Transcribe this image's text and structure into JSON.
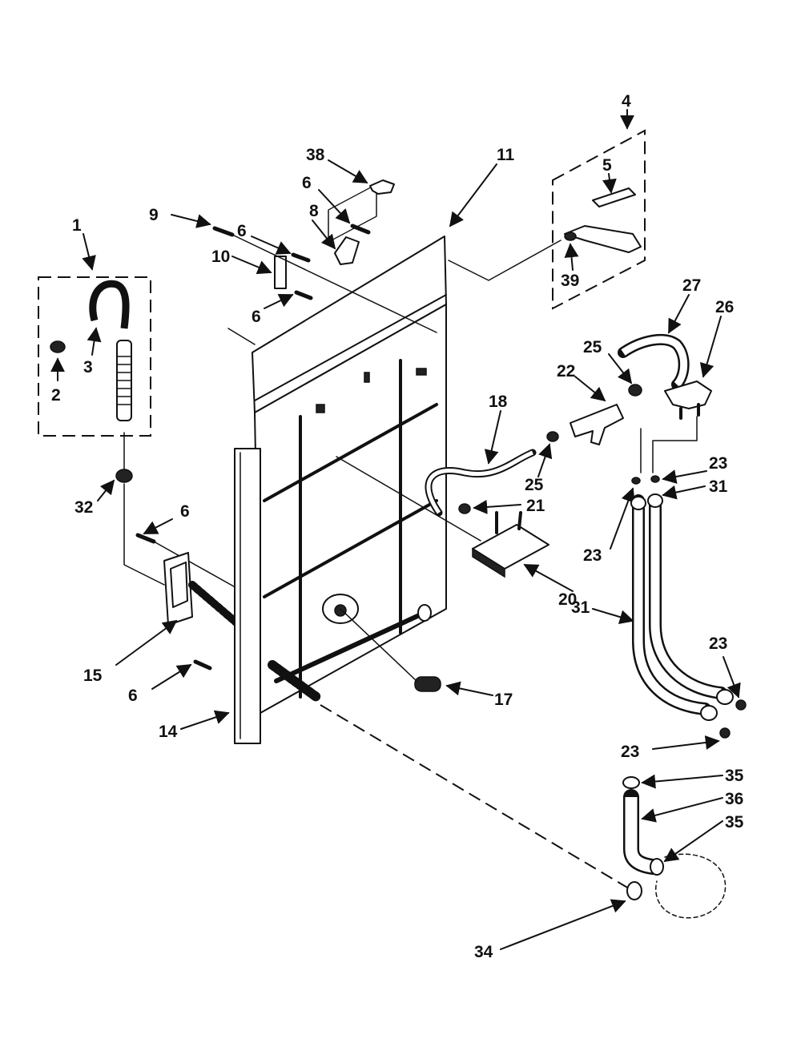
{
  "diagram": {
    "callouts": [
      "1",
      "2",
      "3",
      "4",
      "5",
      "6",
      "8",
      "9",
      "10",
      "11",
      "14",
      "15",
      "17",
      "18",
      "20",
      "21",
      "22",
      "23",
      "25",
      "26",
      "27",
      "31",
      "32",
      "34",
      "35",
      "36",
      "38",
      "39"
    ]
  }
}
